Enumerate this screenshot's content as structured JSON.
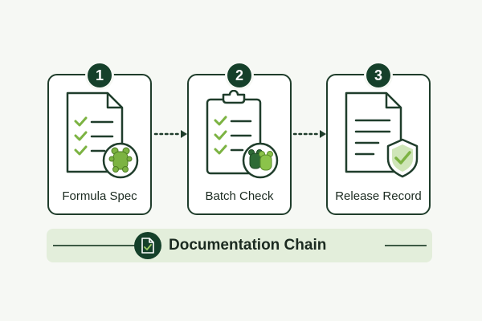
{
  "steps": [
    {
      "number": "1",
      "label": "Formula Spec",
      "icon": "document-with-gummy-icon"
    },
    {
      "number": "2",
      "label": "Batch Check",
      "icon": "clipboard-with-gummies-icon"
    },
    {
      "number": "3",
      "label": "Release Record",
      "icon": "document-with-shield-icon"
    }
  ],
  "banner": {
    "label": "Documentation Chain",
    "icon": "document-check-icon"
  },
  "colors": {
    "dark_green": "#15402a",
    "accent_green": "#7cb342",
    "banner_bg": "#e3eedb",
    "stroke": "#1f3d2b"
  }
}
